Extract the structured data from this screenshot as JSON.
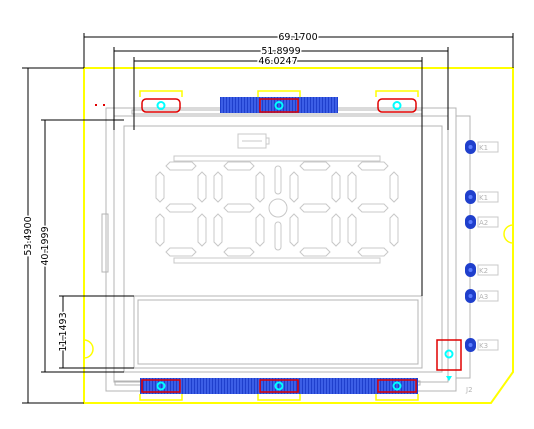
{
  "dimensions": {
    "overall_width": "69.1700",
    "mid_width": "51.8999",
    "inner_width": "46.0247",
    "overall_height": "53.4900",
    "inner_height": "40.1999",
    "small_height": "11.1493"
  },
  "pin_labels": [
    "K1",
    "K1",
    "A2",
    "K2",
    "A3",
    "K3"
  ],
  "corner_label": "J2",
  "colors": {
    "outline": "#ffff00",
    "dimension": "#000000",
    "pad_fill": "#1f3fcc",
    "pad_stripe": "#5a7cff",
    "keepout": "#e00000",
    "drill": "#00ffff",
    "segment": "#c8c8c8",
    "edge": "#b4b4b4"
  }
}
